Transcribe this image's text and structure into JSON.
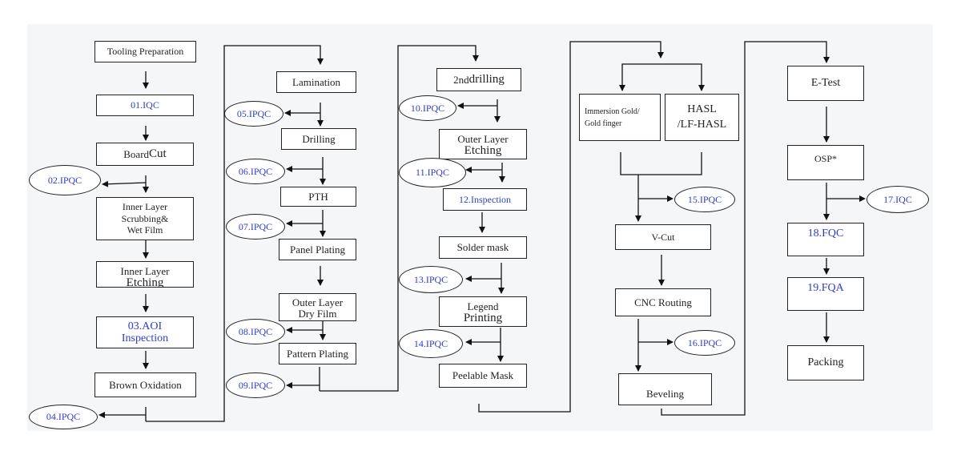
{
  "nodes": {
    "tooling_preparation": "Tooling Preparation",
    "iqc_01": "01.IQC",
    "board_cut_a": "Board ",
    "board_cut_b": "Cut",
    "ipqc_02": "02.IPQC",
    "inner_wet_1": "Inner Layer",
    "inner_wet_2": "Scrubbing&",
    "inner_wet_3": "Wet Film",
    "inner_etch_1": "Inner Layer",
    "inner_etch_2": "Etching",
    "aoi_1": "03.AOI",
    "aoi_2": "Inspection",
    "brown_oxidation": "Brown Oxidation",
    "ipqc_04": "04.IPQC",
    "lamination": "Lamination",
    "ipqc_05": "05.IPQC",
    "drilling": "Drilling",
    "ipqc_06": "06.IPQC",
    "pth": "PTH",
    "ipqc_07": "07.IPQC",
    "panel_plating": "Panel Plating",
    "outer_dry_1": "Outer Layer",
    "outer_dry_2": "Dry Film",
    "ipqc_08": "08.IPQC",
    "pattern_plating": "Pattern Plating",
    "ipqc_09": "09.IPQC",
    "second_drilling_a": "2nd",
    "second_drilling_b": " drilling",
    "ipqc_10": "10.IPQC",
    "outer_etch_1": "Outer Layer",
    "outer_etch_2": "Etching",
    "ipqc_11": "11.IPQC",
    "inspection_12": "12.Inspection",
    "solder_mask": "Solder mask",
    "ipqc_13": "13.IPQC",
    "legend_1": "Legend",
    "legend_2": "Printing",
    "ipqc_14": "14.IPQC",
    "peelable_mask": "Peelable Mask",
    "immersion_1": "Immersion Gold/",
    "immersion_2": "Gold finger",
    "hasl_1": "HASL",
    "hasl_2": "/LF-HASL",
    "ipqc_15": "15.IPQC",
    "v_cut": "V-Cut",
    "cnc_routing": "CNC Routing",
    "ipqc_16": "16.IPQC",
    "beveling": "Beveling",
    "e_test_a": "E-Te",
    "e_test_b": "st",
    "osp": "OSP*",
    "iqc_17": "17.IQC",
    "fqc_18": "18.FQC",
    "fqa_19": "19.FQA",
    "packing": "Packing"
  }
}
